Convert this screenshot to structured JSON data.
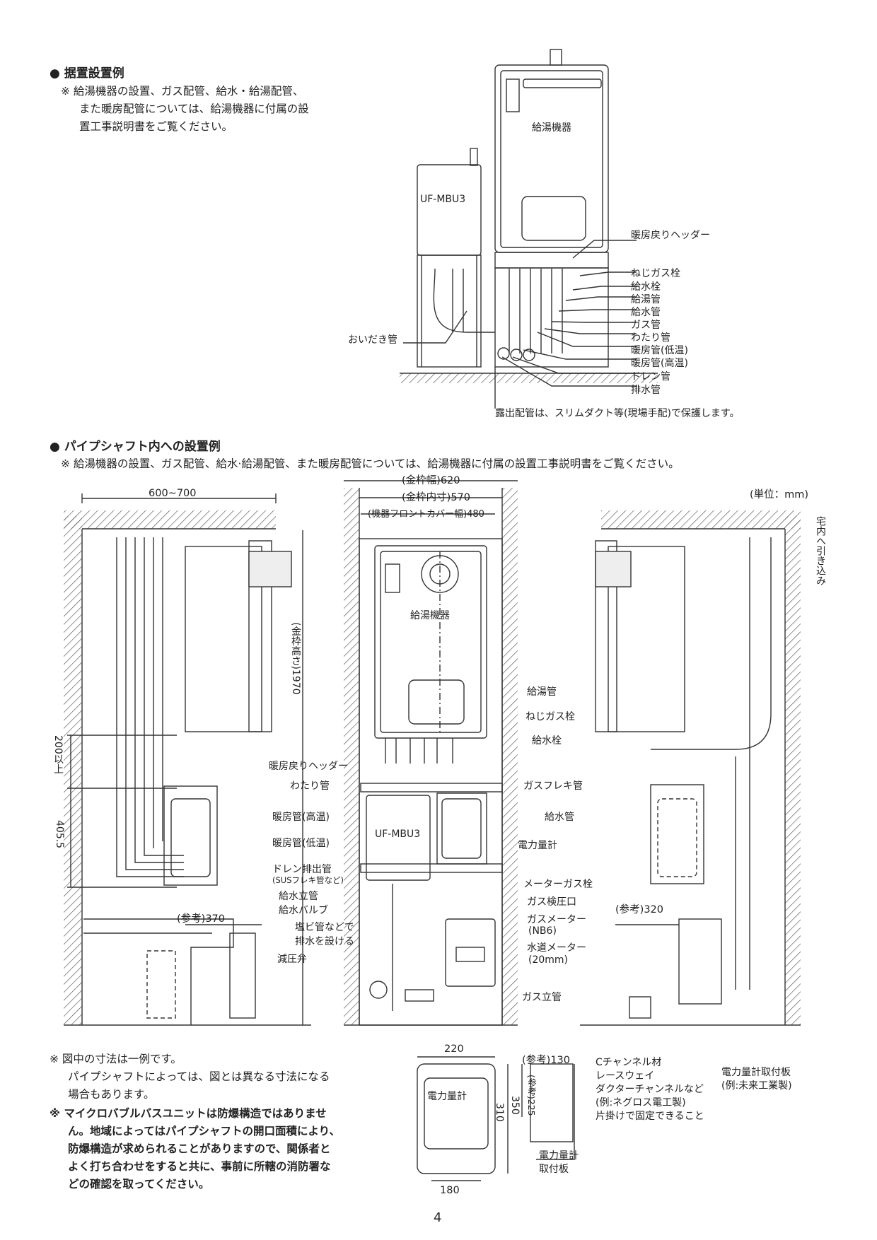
{
  "section1": {
    "heading": "● 据置設置例",
    "note_l1": "※ 給湯機器の設置、ガス配管、給水・給湯配管、",
    "note_l2": "また暖房配管については、給湯機器に付属の設",
    "note_l3": "置工事説明書をご覧ください。",
    "labels": {
      "heater": "給湯機器",
      "unit": "UF-MBU3",
      "header": "暖房戻りヘッダー",
      "gas_cock": "ねじガス栓",
      "water_cock": "給水栓",
      "hot_pipe": "給湯管",
      "water_pipe": "給水管",
      "gas_pipe": "ガス管",
      "watari": "わたり管",
      "heat_low": "暖房管(低温)",
      "heat_high": "暖房管(高温)",
      "drain": "ドレン管",
      "drain2": "排水管",
      "oidaki": "おいだき管",
      "exposed": "露出配管は、スリムダクト等(現場手配)で保護します。"
    }
  },
  "section2": {
    "heading": "● パイプシャフト内への設置例",
    "note": "※ 給湯機器の設置、ガス配管、給水·給湯配管、また暖房配管については、給湯機器に付属の設置工事説明書をご覧ください。",
    "unit_label": "(単位：mm)",
    "dims": {
      "depth": "600~700",
      "frame_w": "(金枠幅)620",
      "frame_in": "(金枠内寸)570",
      "front_cover": "(機器フロントカバー幅)480",
      "height": "(金枠高さ)1970",
      "d200": "200以上",
      "d405": "405.5",
      "ref370": "(参考)370",
      "ref320": "(参考)320",
      "pull_in": "宅内へ引き込み"
    },
    "labels": {
      "heater": "給湯機器",
      "unit": "UF-MBU3",
      "hot_pipe": "給湯管",
      "gas_cock": "ねじガス栓",
      "water_cock": "給水栓",
      "header": "暖房戻りヘッダー",
      "watari": "わたり管",
      "gas_flex": "ガスフレキ管",
      "heat_high": "暖房管(高温)",
      "water_pipe": "給水管",
      "heat_low": "暖房管(低温)",
      "meter": "電力量計",
      "drain_out": "ドレン排出管",
      "drain_out2": "(SUSフレキ管など)",
      "meter_gas_cock": "メーターガス栓",
      "riser": "給水立管",
      "gas_check": "ガス検圧口",
      "valve": "給水バルブ",
      "gas_meter": "ガスメーター",
      "nb6": "(NB6)",
      "pvc1": "塩ビ管などで",
      "pvc2": "排水を設ける",
      "water_meter": "水道メーター",
      "mm20": "(20mm)",
      "reducer": "減圧弁",
      "gas_riser": "ガス立管"
    }
  },
  "bottom": {
    "note1_l1": "※ 図中の寸法は一例です。",
    "note1_l2": "パイプシャフトによっては、図とは異なる寸法になる",
    "note1_l3": "場合もあります。",
    "note2_l1": "※ マイクロバブルバスユニットは防爆構造ではありませ",
    "note2_l2": "ん。地域によってはパイプシャフトの開口面積により、",
    "note2_l3": "防爆構造が求められることがありますので、関係者と",
    "note2_l4": "よく打ち合わせをすると共に、事前に所轄の消防署な",
    "note2_l5": "どの確認を取ってください。",
    "d220": "220",
    "ref130": "(参考)130",
    "d310": "310",
    "d350": "350",
    "ref225": "(参考)225",
    "d180": "180",
    "meter_box": "電力量計",
    "plate1": "電力量計",
    "plate2": "取付板",
    "c_ch": "Cチャンネル材",
    "raceway": "レースウェイ",
    "ducter": "ダクターチャンネルなど",
    "negros": "(例:ネグロス電工製)",
    "fix": "片掛けで固定できること",
    "plate_note1": "電力量計取付板",
    "plate_note2": "(例:未来工業製)",
    "page": "4"
  }
}
